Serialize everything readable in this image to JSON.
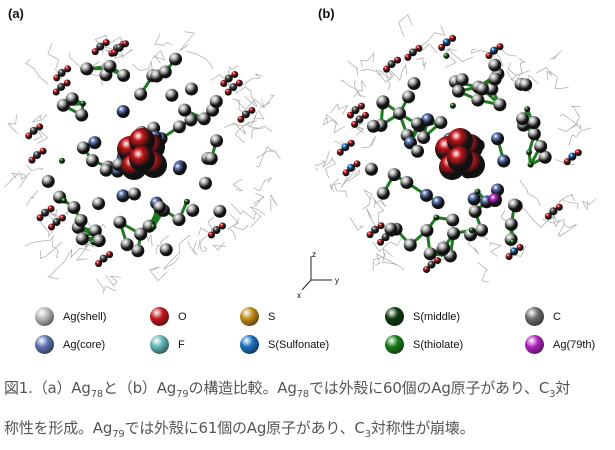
{
  "panels": [
    {
      "label": "(a)"
    },
    {
      "label": "(b)"
    }
  ],
  "axes": {
    "z": "z",
    "y": "y",
    "x": "x"
  },
  "legend": [
    {
      "label": "Ag(shell)",
      "color": "#b8b8b8"
    },
    {
      "label": "O",
      "color": "#c0151a"
    },
    {
      "label": "S",
      "color": "#c08a18"
    },
    {
      "label": "S(middle)",
      "color": "#0c3a0c"
    },
    {
      "label": "C",
      "color": "#6a6a6a"
    },
    {
      "label": "Ag(core)",
      "color": "#5b74b0"
    },
    {
      "label": "F",
      "color": "#5fb5b5"
    },
    {
      "label": "S(Sulfonate)",
      "color": "#1a6fc0"
    },
    {
      "label": "S(thiolate)",
      "color": "#157a15"
    },
    {
      "label": "Ag(79th)",
      "color": "#b020c0"
    }
  ],
  "caption": {
    "line1": "図1.（a）Ag78と（b）Ag79の構造比較。Ag78では外殻に60個のAg原子があり、C3対",
    "line2": "称性を形成。Ag79では外殻に61個のAg原子があり、C3対称性が崩壊。"
  }
}
